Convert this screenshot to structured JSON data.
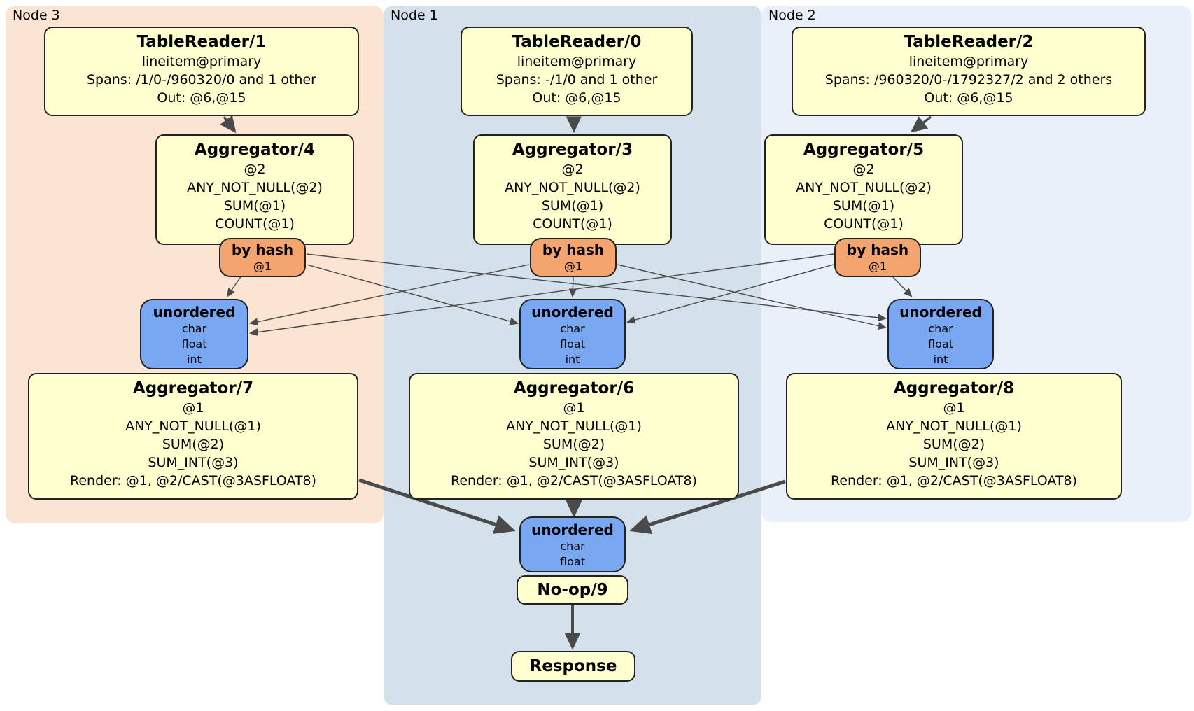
{
  "diagram": {
    "title_hint": "DistSQL physical plan",
    "colors": {
      "node3_bg": "#fce4d2",
      "node1_bg": "#d4e1ea",
      "node2_bg": "#eaf0f9",
      "processor_bg": "#ffffd0",
      "router_bg": "#f4a46e",
      "sync_bg": "#7aa7f1",
      "edge": "#4a4a4a"
    },
    "nodes": [
      {
        "label": "Node 3",
        "table_reader": {
          "title": "TableReader/1",
          "lines": [
            "lineitem@primary",
            "Spans: /1/0-/960320/0 and 1 other",
            "Out: @6,@15"
          ]
        },
        "pre_aggregator": {
          "title": "Aggregator/4",
          "lines": [
            "@2",
            "ANY_NOT_NULL(@2)",
            "SUM(@1)",
            "COUNT(@1)"
          ]
        },
        "router": {
          "title": "by hash",
          "detail": "@1"
        },
        "sync": {
          "title": "unordered",
          "lines": [
            "char",
            "float",
            "int"
          ]
        },
        "final_aggregator": {
          "title": "Aggregator/7",
          "lines": [
            "@1",
            "ANY_NOT_NULL(@1)",
            "SUM(@2)",
            "SUM_INT(@3)",
            "Render: @1, @2/CAST(@3ASFLOAT8)"
          ]
        }
      },
      {
        "label": "Node 1",
        "table_reader": {
          "title": "TableReader/0",
          "lines": [
            "lineitem@primary",
            "Spans: -/1/0 and 1 other",
            "Out: @6,@15"
          ]
        },
        "pre_aggregator": {
          "title": "Aggregator/3",
          "lines": [
            "@2",
            "ANY_NOT_NULL(@2)",
            "SUM(@1)",
            "COUNT(@1)"
          ]
        },
        "router": {
          "title": "by hash",
          "detail": "@1"
        },
        "sync": {
          "title": "unordered",
          "lines": [
            "char",
            "float",
            "int"
          ]
        },
        "final_aggregator": {
          "title": "Aggregator/6",
          "lines": [
            "@1",
            "ANY_NOT_NULL(@1)",
            "SUM(@2)",
            "SUM_INT(@3)",
            "Render: @1, @2/CAST(@3ASFLOAT8)"
          ]
        }
      },
      {
        "label": "Node 2",
        "table_reader": {
          "title": "TableReader/2",
          "lines": [
            "lineitem@primary",
            "Spans: /960320/0-/1792327/2 and 2 others",
            "Out: @6,@15"
          ]
        },
        "pre_aggregator": {
          "title": "Aggregator/5",
          "lines": [
            "@2",
            "ANY_NOT_NULL(@2)",
            "SUM(@1)",
            "COUNT(@1)"
          ]
        },
        "router": {
          "title": "by hash",
          "detail": "@1"
        },
        "sync": {
          "title": "unordered",
          "lines": [
            "char",
            "float",
            "int"
          ]
        },
        "final_aggregator": {
          "title": "Aggregator/8",
          "lines": [
            "@1",
            "ANY_NOT_NULL(@1)",
            "SUM(@2)",
            "SUM_INT(@3)",
            "Render: @1, @2/CAST(@3ASFLOAT8)"
          ]
        }
      }
    ],
    "result_chain": {
      "sync": {
        "title": "unordered",
        "lines": [
          "char",
          "float"
        ]
      },
      "noop": {
        "title": "No-op/9"
      },
      "response": {
        "title": "Response"
      }
    }
  }
}
